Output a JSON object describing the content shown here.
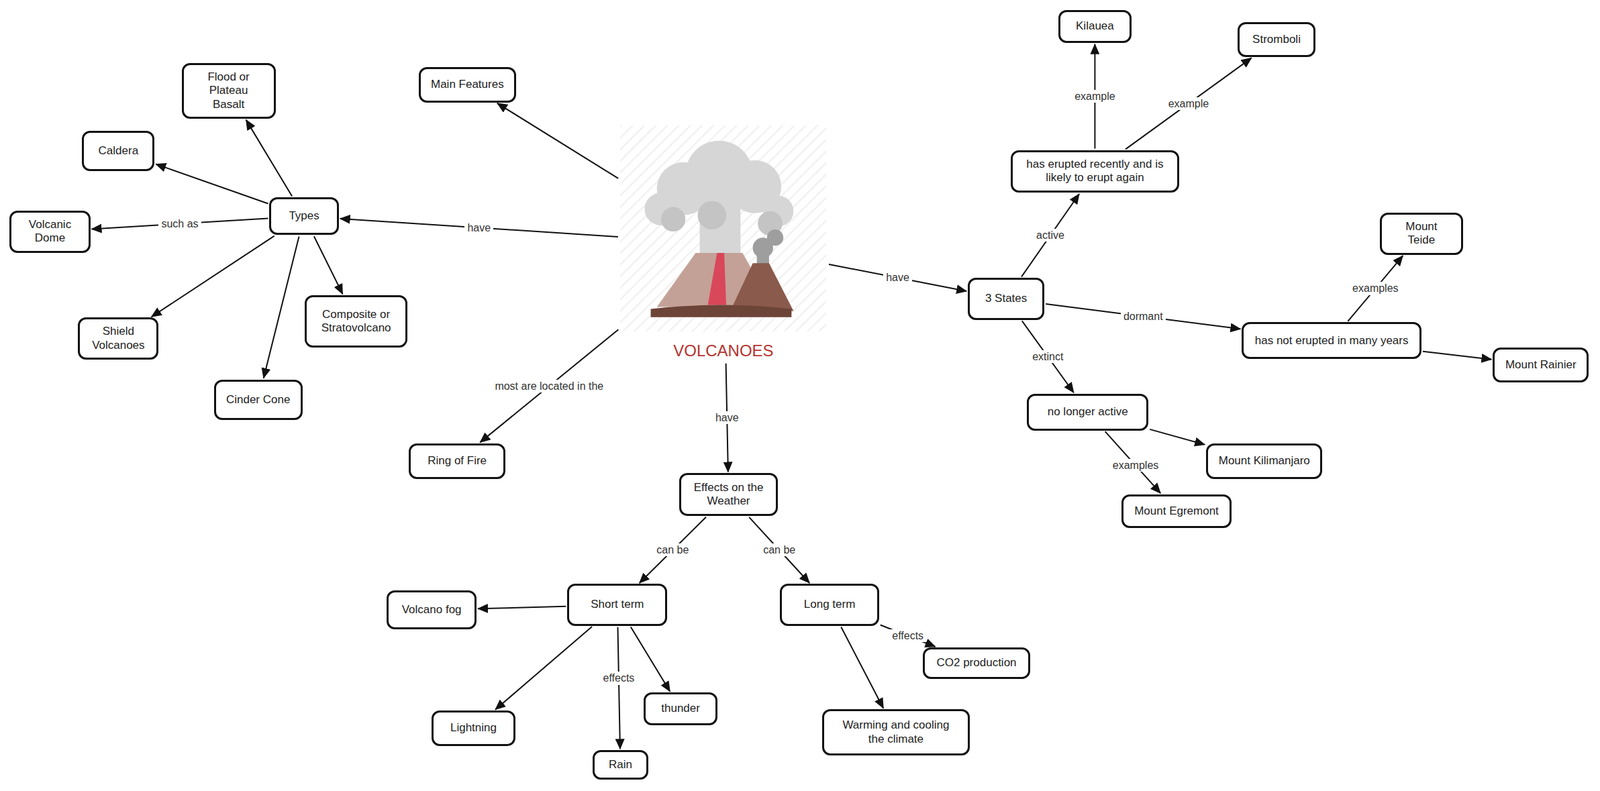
{
  "diagram": {
    "nodes": [
      {
        "text": [
          "VOLCANOES"
        ]
      },
      {
        "text": [
          "Main Features"
        ]
      },
      {
        "text": [
          "Types"
        ]
      },
      {
        "text": [
          "Flood or Plateau Basalt"
        ]
      },
      {
        "text": [
          "Caldera"
        ]
      },
      {
        "text": [
          "Volcanic Dome"
        ]
      },
      {
        "text": [
          "Shield Volcanoes"
        ]
      },
      {
        "text": [
          "Cinder Cone"
        ]
      },
      {
        "text": [
          "Composite or Stratovolcano"
        ]
      },
      {
        "text": [
          "Ring of Fire"
        ]
      },
      {
        "text": [
          "Effects on the Weather"
        ]
      },
      {
        "text": [
          "Short term"
        ]
      },
      {
        "text": [
          "Volcano fog"
        ]
      },
      {
        "text": [
          "Lightning"
        ]
      },
      {
        "text": [
          "Rain"
        ]
      },
      {
        "text": [
          "thunder"
        ]
      },
      {
        "text": [
          "Long term"
        ]
      },
      {
        "text": [
          "CO2 production"
        ]
      },
      {
        "text": [
          "Warming and cooling the climate"
        ]
      },
      {
        "text": [
          "3 States"
        ]
      },
      {
        "text": [
          "has erupted recently and is likely to erupt again"
        ]
      },
      {
        "text": [
          "Kilauea"
        ]
      },
      {
        "text": [
          "Stromboli"
        ]
      },
      {
        "text": [
          "has not erupted in many years"
        ]
      },
      {
        "text": [
          "Mount Teide"
        ]
      },
      {
        "text": [
          "Mount Rainier"
        ]
      },
      {
        "text": [
          "no longer active"
        ]
      },
      {
        "text": [
          "Mount Kilimanjaro"
        ]
      },
      {
        "text": [
          "Mount Egremont"
        ]
      }
    ],
    "edges": [
      {
        "from": 0,
        "to": 1,
        "arrow": "to"
      },
      {
        "from": 0,
        "to": 2,
        "label": "have",
        "arrow": "to"
      },
      {
        "from": 2,
        "to": 3,
        "arrow": "to"
      },
      {
        "from": 2,
        "to": 4,
        "arrow": "to"
      },
      {
        "from": 2,
        "to": 5,
        "label": "such as",
        "arrow": "to"
      },
      {
        "from": 2,
        "to": 6,
        "arrow": "to"
      },
      {
        "from": 2,
        "to": 7,
        "arrow": "to"
      },
      {
        "from": 2,
        "to": 8,
        "arrow": "to"
      },
      {
        "from": 0,
        "to": 9,
        "label": "most are located in the",
        "arrow": "to"
      },
      {
        "from": 0,
        "to": 10,
        "label": "have",
        "arrow": "to"
      },
      {
        "from": 10,
        "to": 11,
        "label": "can be",
        "arrow": "to"
      },
      {
        "from": 10,
        "to": 16,
        "label": "can be",
        "arrow": "to"
      },
      {
        "from": 11,
        "to": 12,
        "arrow": "to"
      },
      {
        "from": 11,
        "to": 13,
        "arrow": "to"
      },
      {
        "from": 11,
        "to": 14,
        "label": "effects",
        "arrow": "to"
      },
      {
        "from": 11,
        "to": 15,
        "arrow": "to"
      },
      {
        "from": 16,
        "to": 17,
        "label": "effects",
        "arrow": "to"
      },
      {
        "from": 16,
        "to": 18,
        "arrow": "to"
      },
      {
        "from": 0,
        "to": 19,
        "label": "have",
        "arrow": "to"
      },
      {
        "from": 19,
        "to": 20,
        "label": "active",
        "arrow": "to"
      },
      {
        "from": 20,
        "to": 21,
        "label": "example",
        "arrow": "to"
      },
      {
        "from": 20,
        "to": 22,
        "label": "example",
        "arrow": "to"
      },
      {
        "from": 19,
        "to": 23,
        "label": "dormant",
        "arrow": "to"
      },
      {
        "from": 23,
        "to": 24,
        "label": "examples",
        "arrow": "to"
      },
      {
        "from": 23,
        "to": 25,
        "arrow": "to"
      },
      {
        "from": 19,
        "to": 26,
        "label": "extinct",
        "arrow": "to"
      },
      {
        "from": 26,
        "to": 27,
        "arrow": "to"
      },
      {
        "from": 26,
        "to": 28,
        "label": "examples",
        "arrow": "to"
      }
    ]
  }
}
